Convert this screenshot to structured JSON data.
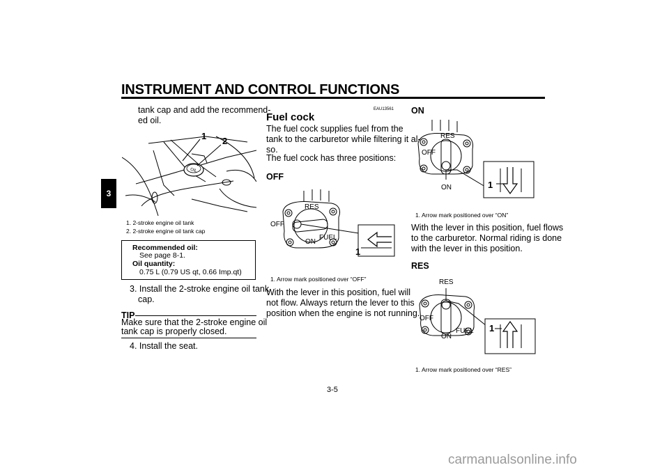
{
  "header": {
    "title": "INSTRUMENT AND CONTROL FUNCTIONS",
    "chapter_tab": "3"
  },
  "left_column": {
    "intro_line1": "tank cap and add the recommend-",
    "intro_line2": "ed oil.",
    "figure_callouts": [
      "1",
      "2"
    ],
    "figure_oil_label": "OIL",
    "captions": [
      "1. 2-stroke engine oil tank",
      "2. 2-stroke engine oil tank cap"
    ],
    "oil_box": {
      "label1": "Recommended oil:",
      "value1": "See page 8-1.",
      "label2": "Oil quantity:",
      "value2": "0.75 L (0.79 US qt, 0.66 Imp.qt)"
    },
    "step3_line1": "3. Install the 2-stroke engine oil tank",
    "step3_line2": "cap.",
    "tip_label": "TIP",
    "tip_line1": "Make sure that the 2-stroke engine oil",
    "tip_line2": "tank cap is properly closed.",
    "step4": "4. Install the seat."
  },
  "middle_column": {
    "code": "EAU13561",
    "title": "Fuel cock",
    "para1": [
      "The fuel cock supplies fuel from the",
      "tank to the carburetor while filtering it al-",
      "so."
    ],
    "para2": "The fuel cock has three positions:",
    "off_heading": "OFF",
    "off_figure": {
      "res": "RES",
      "off": "OFF",
      "on": "ON",
      "fuel": "FUEL",
      "callout": "1"
    },
    "off_caption": "1. Arrow mark positioned over “OFF”",
    "off_para": [
      "With the lever in this position, fuel will",
      "not flow. Always return the lever to this",
      "position when the engine is not running."
    ]
  },
  "right_column": {
    "on_heading": "ON",
    "on_figure": {
      "res": "RES",
      "off": "OFF",
      "on": "ON",
      "callout": "1"
    },
    "on_caption": "1. Arrow mark positioned over “ON”",
    "on_para": [
      "With the lever in this position, fuel flows",
      "to the carburetor. Normal riding is done",
      "with the lever in this position."
    ],
    "res_heading": "RES",
    "res_figure": {
      "res": "RES",
      "off": "OFF",
      "on": "ON",
      "fuel": "FUEL",
      "callout": "1"
    },
    "res_caption": "1. Arrow mark positioned over “RES”"
  },
  "footer": {
    "page_number": "3-5",
    "watermark": "carmanualsonline.info"
  },
  "colors": {
    "text": "#000000",
    "background": "#ffffff",
    "watermark": "#9a9a9a"
  }
}
